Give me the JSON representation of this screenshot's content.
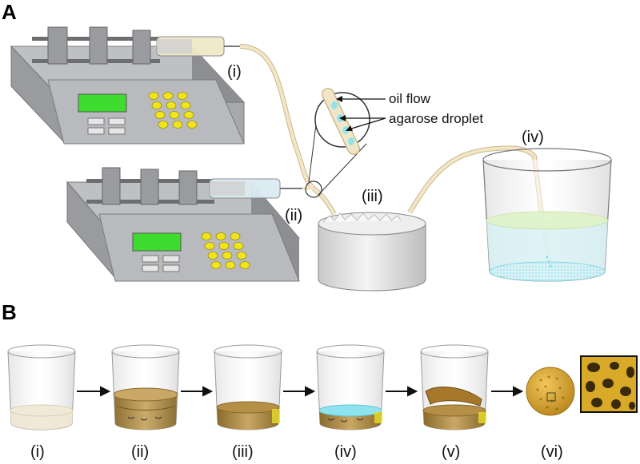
{
  "panel_a": {
    "letter": "A",
    "labels": {
      "pump1": "(i)",
      "pump2": "(ii)",
      "bath": "(iii)",
      "beaker": "(iv)"
    },
    "annotations": {
      "oil_flow": "oil flow",
      "agarose_droplet": "agarose droplet"
    }
  },
  "panel_b": {
    "letter": "B",
    "steps": [
      "(i)",
      "(ii)",
      "(iii)",
      "(iv)",
      "(v)",
      "(vi)"
    ]
  },
  "colors": {
    "pump_body": "#a7a8ab",
    "pump_screen": "#3ddc2e",
    "pump_buttons": "#f2e41c",
    "tubing": "#f3e6c7",
    "agarose": "#a98a44",
    "droplets": "#8fe3ef",
    "scaffold": "#c99a1f"
  }
}
